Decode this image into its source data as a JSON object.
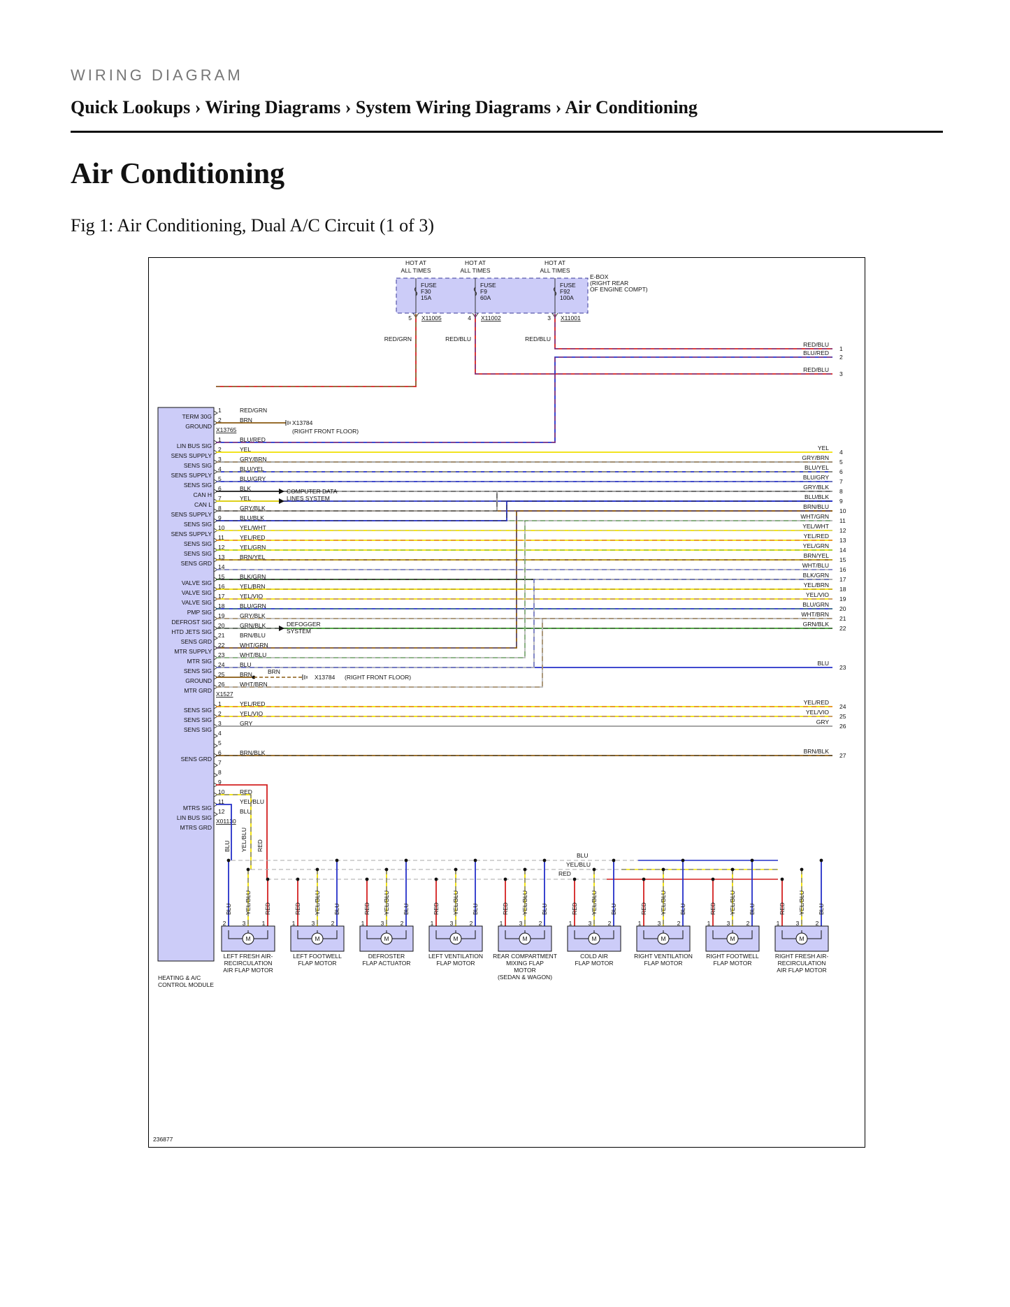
{
  "header": {
    "eyebrow": "WIRING DIAGRAM",
    "breadcrumb": "Quick Lookups › Wiring Diagrams › System Wiring Diagrams › Air Conditioning"
  },
  "page_title": "Air Conditioning",
  "figure_caption": "Fig 1: Air Conditioning, Dual A/C Circuit (1 of 3)",
  "diagram": {
    "figure_number": "236877",
    "colors": {
      "RED": "#d32020",
      "BLU": "#2530c8",
      "YEL": "#f0e000",
      "GRN": "#3a9a2a",
      "BRN": "#8a5a10",
      "BLK": "#222222",
      "GRY": "#9a9a9a",
      "VIO": "#8a2ab0",
      "WHT": "#b8b8b8",
      "box_fill": "#ccccf8",
      "box_stroke": "#3a3a9a"
    },
    "fuse_box": {
      "label": [
        "E-BOX",
        "(RIGHT REAR",
        "OF ENGINE COMPT)"
      ],
      "fuses": [
        {
          "hot": [
            "HOT AT",
            "ALL TIMES"
          ],
          "lines": [
            "FUSE",
            "F30",
            "15A"
          ],
          "pin": "5",
          "connector": "X11005",
          "wire": "RED/GRN"
        },
        {
          "hot": [
            "HOT AT",
            "ALL TIMES"
          ],
          "lines": [
            "FUSE",
            "F9",
            "60A"
          ],
          "pin": "4",
          "connector": "X11002",
          "wire": "RED/BLU"
        },
        {
          "hot": [
            "HOT AT",
            "ALL TIMES"
          ],
          "lines": [
            "FUSE",
            "F92",
            "100A"
          ],
          "pin": "3",
          "connector": "X11001",
          "wire": "RED/BLU"
        }
      ]
    },
    "module": {
      "name": [
        "HEATING & A/C",
        "CONTROL MODULE"
      ],
      "connectors": [
        {
          "id": "X13765",
          "pins": [
            {
              "pin": "1",
              "signal": "TERM 30G",
              "wire": "RED/GRN"
            },
            {
              "pin": "2",
              "signal": "GROUND",
              "wire": "BRN"
            }
          ]
        },
        {
          "id": "X1527",
          "pins": [
            {
              "pin": "1",
              "signal": "LIN BUS SIG",
              "wire": "BLU/RED"
            },
            {
              "pin": "2",
              "signal": "SENS SUPPLY",
              "wire": "YEL",
              "right": "YEL",
              "ref": "4"
            },
            {
              "pin": "3",
              "signal": "SENS SIG",
              "wire": "GRY/BRN",
              "right": "GRY/BRN",
              "ref": "5"
            },
            {
              "pin": "4",
              "signal": "SENS SUPPLY",
              "wire": "BLU/YEL",
              "right": "BLU/YEL",
              "ref": "6"
            },
            {
              "pin": "5",
              "signal": "SENS SIG",
              "wire": "BLU/GRY",
              "right": "BLU/GRY",
              "ref": "7"
            },
            {
              "pin": "6",
              "signal": "CAN H",
              "wire": "BLK",
              "right": "GRY/BLK",
              "ref": "8"
            },
            {
              "pin": "7",
              "signal": "CAN L",
              "wire": "YEL",
              "right": "BLU/BLK",
              "ref": "9"
            },
            {
              "pin": "8",
              "signal": "SENS SUPPLY",
              "wire": "GRY/BLK",
              "right": "BRN/BLU",
              "ref": "10"
            },
            {
              "pin": "9",
              "signal": "SENS SIG",
              "wire": "BLU/BLK",
              "right": "WHT/GRN",
              "ref": "11"
            },
            {
              "pin": "10",
              "signal": "SENS SUPPLY",
              "wire": "YEL/WHT",
              "right": "YEL/WHT",
              "ref": "12"
            },
            {
              "pin": "11",
              "signal": "SENS SIG",
              "wire": "YEL/RED",
              "right": "YEL/RED",
              "ref": "13"
            },
            {
              "pin": "12",
              "signal": "SENS SIG",
              "wire": "YEL/GRN",
              "right": "YEL/GRN",
              "ref": "14"
            },
            {
              "pin": "13",
              "signal": "SENS GRD",
              "wire": "BRN/YEL",
              "right": "BRN/YEL",
              "ref": "15"
            },
            {
              "pin": "14",
              "signal": "",
              "wire": "",
              "right": "WHT/BLU",
              "ref": "16"
            },
            {
              "pin": "15",
              "signal": "VALVE SIG",
              "wire": "BLK/GRN",
              "right": "BLK/GRN",
              "ref": "17"
            },
            {
              "pin": "16",
              "signal": "VALVE SIG",
              "wire": "YEL/BRN",
              "right": "YEL/BRN",
              "ref": "18"
            },
            {
              "pin": "17",
              "signal": "VALVE SIG",
              "wire": "YEL/VIO",
              "right": "YEL/VIO",
              "ref": "19"
            },
            {
              "pin": "18",
              "signal": "PMP SIG",
              "wire": "BLU/GRN",
              "right": "BLU/GRN",
              "ref": "20"
            },
            {
              "pin": "19",
              "signal": "DEFROST SIG",
              "wire": "GRY/BLK",
              "right": "WHT/BRN",
              "ref": "21"
            },
            {
              "pin": "20",
              "signal": "HTD JETS SIG",
              "wire": "GRN/BLK",
              "right": "GRN/BLK",
              "ref": "22"
            },
            {
              "pin": "21",
              "signal": "SENS GRD",
              "wire": "BRN/BLU"
            },
            {
              "pin": "22",
              "signal": "MTR SUPPLY",
              "wire": "WHT/GRN"
            },
            {
              "pin": "23",
              "signal": "MTR SIG",
              "wire": "WHT/BLU"
            },
            {
              "pin": "24",
              "signal": "SENS SIG",
              "wire": "BLU",
              "right": "BLU",
              "ref": "23"
            },
            {
              "pin": "25",
              "signal": "GROUND",
              "wire": "BRN"
            },
            {
              "pin": "26",
              "signal": "MTR GRD",
              "wire": "WHT/BRN"
            }
          ]
        },
        {
          "id": "X01130",
          "pins": [
            {
              "pin": "1",
              "signal": "SENS SIG",
              "wire": "YEL/RED",
              "right": "YEL/RED",
              "ref": "24"
            },
            {
              "pin": "2",
              "signal": "SENS SIG",
              "wire": "YEL/VIO",
              "right": "YEL/VIO",
              "ref": "25"
            },
            {
              "pin": "3",
              "signal": "SENS SIG",
              "wire": "GRY",
              "right": "GRY",
              "ref": "26"
            },
            {
              "pin": "4",
              "signal": "",
              "wire": ""
            },
            {
              "pin": "5",
              "signal": "",
              "wire": ""
            },
            {
              "pin": "6",
              "signal": "SENS GRD",
              "wire": "BRN/BLK",
              "right": "BRN/BLK",
              "ref": "27"
            },
            {
              "pin": "7",
              "signal": "",
              "wire": ""
            },
            {
              "pin": "8",
              "signal": "",
              "wire": ""
            },
            {
              "pin": "9",
              "signal": "",
              "wire": ""
            },
            {
              "pin": "10",
              "signal": "",
              "wire": "RED"
            },
            {
              "pin": "11",
              "signal": "MTRS SIG",
              "wire": "YEL/BLU"
            },
            {
              "pin": "12",
              "signal": "LIN BUS SIG",
              "wire": "BLU"
            },
            {
              "pin": "",
              "signal": "MTRS GRD",
              "wire": ""
            }
          ]
        }
      ]
    },
    "top_right_refs": [
      {
        "wire": "RED/BLU",
        "ref": "1"
      },
      {
        "wire": "BLU/RED",
        "ref": "2"
      },
      {
        "wire": "RED/BLU",
        "ref": "3"
      }
    ],
    "ground_1": {
      "connector": "X13784",
      "location": "(RIGHT FRONT FLOOR)"
    },
    "ground_2": {
      "wire": "BRN",
      "connector": "X13784",
      "location": "(RIGHT FRONT FLOOR)"
    },
    "can_label": [
      "COMPUTER DATA",
      "LINES SYSTEM"
    ],
    "defogger_label": [
      "DEFOGGER",
      "SYSTEM"
    ],
    "bus_vertical_labels": [
      "BLU",
      "YEL/BLU",
      "RED"
    ],
    "bus_right_labels": [
      "BLU",
      "YEL/BLU",
      "RED"
    ],
    "motors": [
      {
        "name": [
          "LEFT FRESH AIR-",
          "RECIRCULATION",
          "AIR FLAP MOTOR"
        ],
        "pins": [
          {
            "wire": "BLU",
            "pin": "2"
          },
          {
            "wire": "YEL/BLU",
            "pin": "3"
          },
          {
            "wire": "RED",
            "pin": "1"
          }
        ]
      },
      {
        "name": [
          "LEFT FOOTWELL",
          "FLAP MOTOR"
        ],
        "pins": [
          {
            "wire": "RED",
            "pin": "1"
          },
          {
            "wire": "YEL/BLU",
            "pin": "3"
          },
          {
            "wire": "BLU",
            "pin": "2"
          }
        ]
      },
      {
        "name": [
          "DEFROSTER",
          "FLAP ACTUATOR"
        ],
        "pins": [
          {
            "wire": "RED",
            "pin": "1"
          },
          {
            "wire": "YEL/BLU",
            "pin": "3"
          },
          {
            "wire": "BLU",
            "pin": "2"
          }
        ]
      },
      {
        "name": [
          "LEFT VENTILATION",
          "FLAP MOTOR"
        ],
        "pins": [
          {
            "wire": "RED",
            "pin": "1"
          },
          {
            "wire": "YEL/BLU",
            "pin": "3"
          },
          {
            "wire": "BLU",
            "pin": "2"
          }
        ]
      },
      {
        "name": [
          "REAR COMPARTMENT",
          "MIXING FLAP",
          "MOTOR",
          "(SEDAN & WAGON)"
        ],
        "pins": [
          {
            "wire": "RED",
            "pin": "1"
          },
          {
            "wire": "YEL/BLU",
            "pin": "3"
          },
          {
            "wire": "BLU",
            "pin": "2"
          }
        ]
      },
      {
        "name": [
          "COLD AIR",
          "FLAP MOTOR"
        ],
        "pins": [
          {
            "wire": "RED",
            "pin": "1"
          },
          {
            "wire": "YEL/BLU",
            "pin": "3"
          },
          {
            "wire": "BLU",
            "pin": "2"
          }
        ]
      },
      {
        "name": [
          "RIGHT VENTILATION",
          "FLAP MOTOR"
        ],
        "pins": [
          {
            "wire": "RED",
            "pin": "1"
          },
          {
            "wire": "YEL/BLU",
            "pin": "3"
          },
          {
            "wire": "BLU",
            "pin": "2"
          }
        ]
      },
      {
        "name": [
          "RIGHT FOOTWELL",
          "FLAP MOTOR"
        ],
        "pins": [
          {
            "wire": "RED",
            "pin": "1"
          },
          {
            "wire": "YEL/BLU",
            "pin": "3"
          },
          {
            "wire": "BLU",
            "pin": "2"
          }
        ]
      },
      {
        "name": [
          "RIGHT FRESH AIR-",
          "RECIRCULATION",
          "AIR FLAP MOTOR"
        ],
        "pins": [
          {
            "wire": "RED",
            "pin": "1"
          },
          {
            "wire": "YEL/BLU",
            "pin": "3"
          },
          {
            "wire": "BLU",
            "pin": "2"
          }
        ]
      }
    ],
    "motor_symbol": "M"
  }
}
